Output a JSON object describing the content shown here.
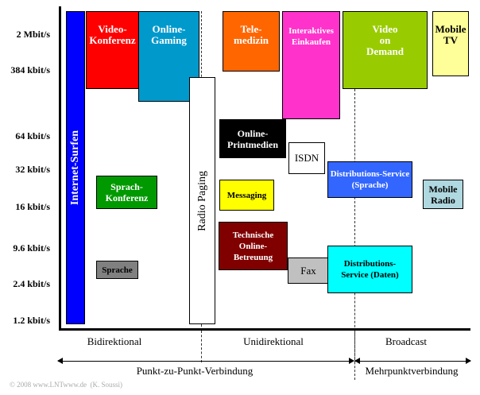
{
  "y_axis": [
    "2 Mbit/s",
    "384 kbit/s",
    "64 kbit/s",
    "32 kbit/s",
    "16 kbit/s",
    "9.6 kbit/s",
    "2.4 kbit/s",
    "1.2 kbit/s"
  ],
  "services": {
    "internet": "Internet-Surfen",
    "videokonf": "Video-Konferenz",
    "gaming": "Online-Gaming",
    "paging": "Radio Paging",
    "telemed": "Tele-medizin",
    "einkaufen": "Interaktives Einkaufen",
    "vod": "Video on Demand",
    "mobiletv": "Mobile TV",
    "print": "Online-Printmedien",
    "isdn": "ISDN",
    "distsprache": "Distributions-Service (Sprache)",
    "mobileradio": "Mobile Radio",
    "messaging": "Messaging",
    "sprachkonf": "Sprach-Konferenz",
    "sprache": "Sprache",
    "technische": "Technische Online-Betreuung",
    "fax": "Fax",
    "distdaten": "Distributions-Service (Daten)"
  },
  "categories": [
    "Bidirektional",
    "Unidirektional",
    "Broadcast"
  ],
  "connections": [
    "Punkt-zu-Punkt-Verbindung",
    "Mehrpunktverbindung"
  ],
  "copyright": "© 2008 www.LNTwww.de  (K. Soussi)"
}
